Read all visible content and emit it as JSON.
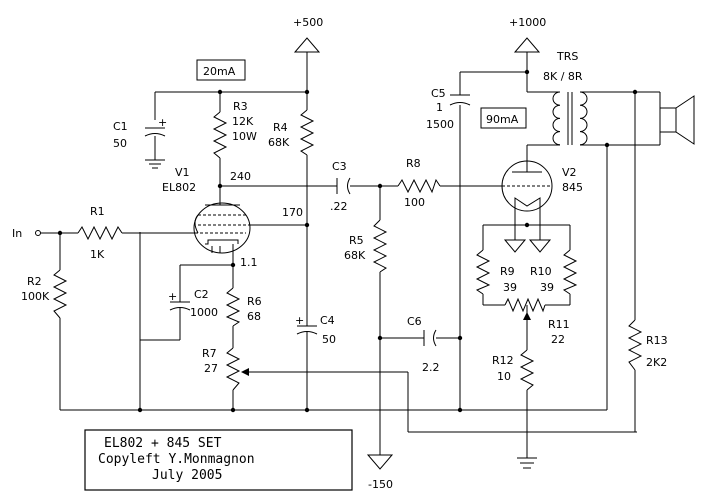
{
  "title_box": {
    "line1": "EL802 + 845 SET",
    "line2": "Copyleft Y.Monmagnon",
    "line3": "July 2005"
  },
  "supplies": {
    "plus500": "+500",
    "plus1000": "+1000",
    "minus150": "-150"
  },
  "input_label": "In",
  "current_labels": {
    "v1_current": "20mA",
    "v2_current": "90mA"
  },
  "transformer": {
    "name": "TRS",
    "ratio": "8K / 8R"
  },
  "tubes": {
    "v1": {
      "ref": "V1",
      "type": "EL802"
    },
    "v2": {
      "ref": "V2",
      "type": "845"
    }
  },
  "voltages": {
    "v_240": "240",
    "v_170": "170",
    "v_1_1": "1.1"
  },
  "components": {
    "r1": {
      "ref": "R1",
      "value": "1K"
    },
    "r2": {
      "ref": "R2",
      "value": "100K"
    },
    "r3": {
      "ref": "R3",
      "value": "12K",
      "rating": "10W"
    },
    "r4": {
      "ref": "R4",
      "value": "68K"
    },
    "r5": {
      "ref": "R5",
      "value": "68K"
    },
    "r6": {
      "ref": "R6",
      "value": "68"
    },
    "r7": {
      "ref": "R7",
      "value": "27"
    },
    "r8": {
      "ref": "R8",
      "value": "100"
    },
    "r9": {
      "ref": "R9",
      "value": "39"
    },
    "r10": {
      "ref": "R10",
      "value": "39"
    },
    "r11": {
      "ref": "R11",
      "value": "22"
    },
    "r12": {
      "ref": "R12",
      "value": "10"
    },
    "r13": {
      "ref": "R13",
      "value": "2K2"
    },
    "c1": {
      "ref": "C1",
      "value": "50"
    },
    "c2": {
      "ref": "C2",
      "value": "1000"
    },
    "c3": {
      "ref": "C3",
      "value": ".22"
    },
    "c4": {
      "ref": "C4",
      "value": "50"
    },
    "c5": {
      "ref": "C5",
      "value": "1",
      "value2": "1500"
    },
    "c6": {
      "ref": "C6",
      "value": "2.2"
    }
  },
  "polarity_mark": "+"
}
